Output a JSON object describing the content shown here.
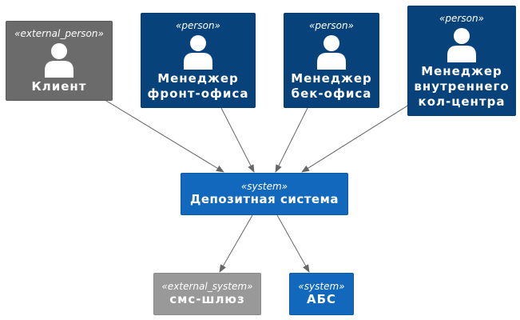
{
  "nodes": {
    "client": {
      "stereotype": "«external_person»",
      "label": "Клиент"
    },
    "front": {
      "stereotype": "«person»",
      "label1": "Менеджер",
      "label2": "фронт-офиса"
    },
    "back": {
      "stereotype": "«person»",
      "label1": "Менеджер",
      "label2": "бек-офиса"
    },
    "call": {
      "stereotype": "«person»",
      "label1": "Менеджер",
      "label2": "внутреннего",
      "label3": "кол-центра"
    },
    "deposit": {
      "stereotype": "«system»",
      "label": "Депозитная система"
    },
    "sms": {
      "stereotype": "«external_system»",
      "label": "смс-шлюз"
    },
    "abs": {
      "stereotype": "«system»",
      "label": "АБС"
    }
  },
  "edges": [
    {
      "from": "client",
      "to": "deposit"
    },
    {
      "from": "front",
      "to": "deposit"
    },
    {
      "from": "back",
      "to": "deposit"
    },
    {
      "from": "call",
      "to": "deposit"
    },
    {
      "from": "deposit",
      "to": "sms"
    },
    {
      "from": "deposit",
      "to": "abs"
    }
  ],
  "colors": {
    "external_person": "#6b6b6b",
    "person": "#08427b",
    "system": "#1168bd",
    "external_system": "#999999",
    "edge": "#666666"
  }
}
